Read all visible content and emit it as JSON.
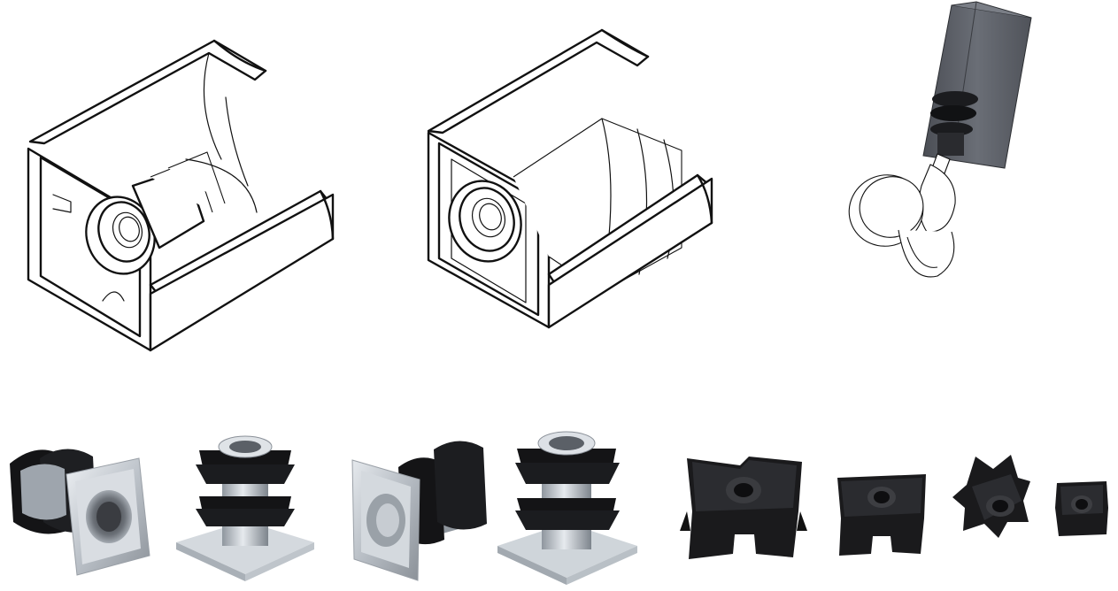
{
  "figure": {
    "rows": [
      {
        "name": "drawings-row",
        "items": [
          "drawing-insert-in-tube-open",
          "drawing-insert-in-tube-flanged",
          "drawing-tube-with-castor-wheel"
        ]
      },
      {
        "name": "photos-row",
        "items": [
          "photo-chrome-insert-side",
          "photo-chrome-insert-upright",
          "photo-chrome-insert-side-2",
          "photo-chrome-insert-upright-2",
          "photo-black-clip-nut-large",
          "photo-black-clip-nut-medium",
          "photo-black-clip-nut-small",
          "photo-black-clip-nut-tiny"
        ]
      }
    ],
    "colors": {
      "line": "#111111",
      "background": "#ffffff",
      "chrome": "#c7ccd2",
      "chrome_dark": "#6f757c",
      "black_metal": "#1a1a1c",
      "tube_grey": "#5c6068"
    }
  }
}
